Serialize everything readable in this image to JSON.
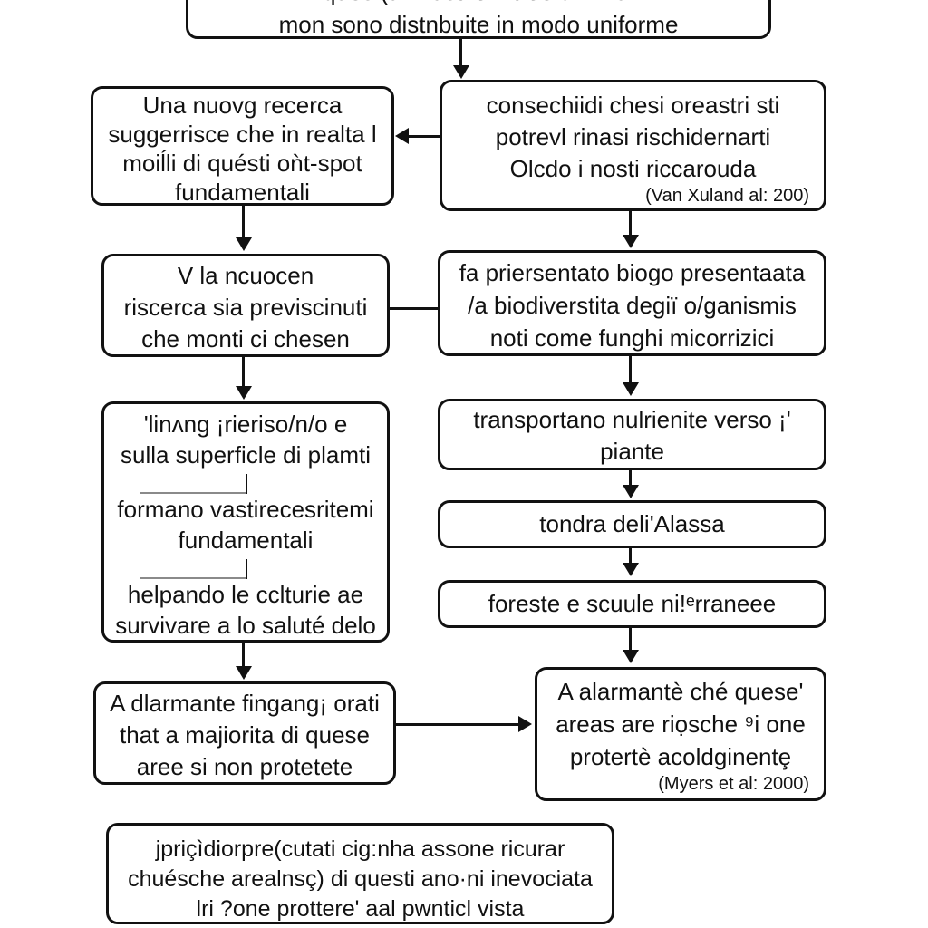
{
  "figure": {
    "type": "flowchart",
    "background_color": "#ffffff",
    "line_color": "#111111",
    "note": "two-column flowchart, top and bottom boxes clipped by image edges"
  },
  "boxes": {
    "top": {
      "line1_partial": "ques (anil usti onl troe di im al",
      "line2": "mon sono distnbuite in modo uniforme"
    },
    "left1": {
      "lines": [
        "Una nuovg recerca",
        "suggerrisce che in realta l",
        "moiĺli di quésti oǹt-spot",
        "fundamentali"
      ]
    },
    "right1": {
      "lines": [
        "consechiidi chesi oreastri sti",
        "potrevl rinasi rischidernarti",
        "Olcdo i nosti riccarouda"
      ],
      "citation": "(Van Xuland al: 200)"
    },
    "left2": {
      "lines": [
        "V la ncuocen",
        "riscerca sia previscinuti",
        "che monti ci chesen"
      ]
    },
    "right2": {
      "lines": [
        "fa priersentato biogo presentaata",
        "/a biodiverstita degiï o/ganismis",
        "noti come funghi micorrizici"
      ]
    },
    "left3": {
      "block1": [
        "'linʌng ¡rieriso/n/o e",
        "sulla superficle di plamti"
      ],
      "block2": [
        "formano vastirecesritemi",
        "fundamentali"
      ],
      "block3": [
        "helpando le cclturie ae",
        "survivare a lo saluté delo"
      ]
    },
    "right3": {
      "lines": [
        "transportano nulrienite verso ¡'",
        "piante"
      ]
    },
    "right4": {
      "lines": [
        "tondra deli'Alassa"
      ]
    },
    "right5": {
      "lines": [
        "foreste e scuule ni!ᵉrraneee"
      ]
    },
    "left4": {
      "lines": [
        "A dlarmante fingang¡ orati",
        "that a majiorita di quese",
        "aree si non protetete"
      ]
    },
    "right6": {
      "lines": [
        "A alarmantè ché quese'",
        "areas are riọsche ⁹i one",
        "protertè acoldginentȩ"
      ],
      "citation": "(Myers et al: 2000)"
    },
    "bottom": {
      "lines": [
        "jpriçìdiorpre(cutati cig:nha assone ricurar",
        "chuésche arealnsç) di questi ano·ni inevociata",
        "lri ?one prottere' aal pwnticl vista"
      ]
    }
  }
}
